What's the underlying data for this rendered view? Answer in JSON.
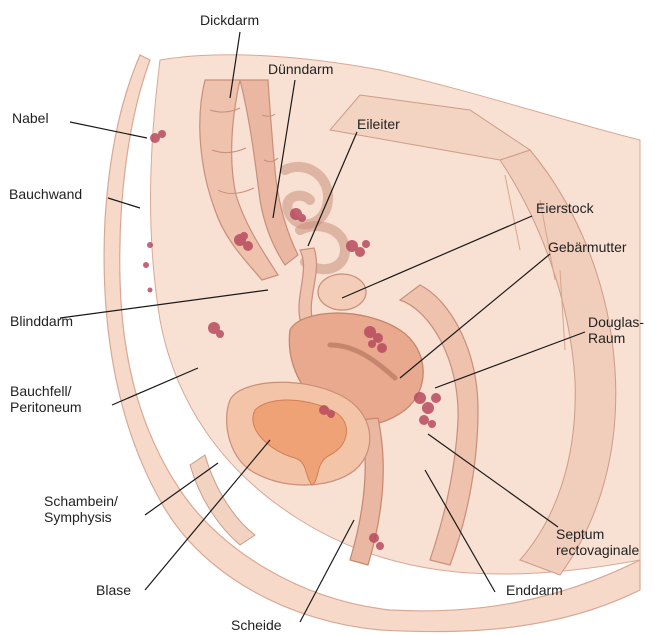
{
  "labels": {
    "dickdarm": "Dickdarm",
    "duenndarm": "Dünndarm",
    "nabel": "Nabel",
    "eileiter": "Eileiter",
    "bauchwand": "Bauchwand",
    "eierstock": "Eierstock",
    "gebaermutter": "Gebärmutter",
    "blinddarm": "Blinddarm",
    "douglas_line1": "Douglas-",
    "douglas_line2": "Raum",
    "bauchfell_line1": "Bauchfell/",
    "bauchfell_line2": "Peritoneum",
    "schambein_line1": "Schambein/",
    "schambein_line2": "Symphysis",
    "septum_line1": "Septum",
    "septum_line2": "rectovaginale",
    "blase": "Blase",
    "enddarm": "Enddarm",
    "scheide": "Scheide"
  },
  "colors": {
    "background": "#ffffff",
    "skin": "#f6d9c9",
    "tissue": "#eec2ad",
    "organ": "#e9a98f",
    "organ_dark": "#d98c73",
    "bladder": "#f0a277",
    "lesion": "#b84a5e",
    "outline": "#c98f7a",
    "leader_line": "#1a1a1a",
    "label_text": "#222222"
  }
}
